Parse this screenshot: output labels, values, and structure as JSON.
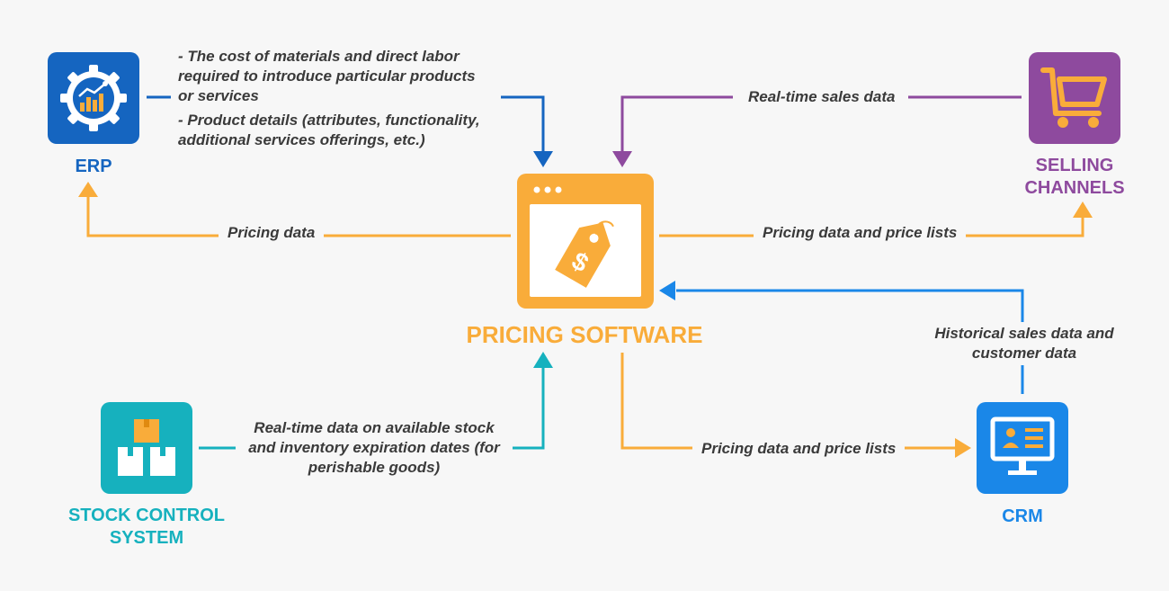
{
  "nodes": {
    "erp": {
      "title": "ERP",
      "color": "#1565c0",
      "icon": "gear-chart-icon"
    },
    "selling": {
      "title_line1": "SELLING",
      "title_line2": "CHANNELS",
      "color": "#8e4a9e",
      "icon": "shopping-cart-icon"
    },
    "pricing": {
      "title": "PRICING SOFTWARE",
      "color": "#f9ac3a",
      "icon": "price-tag-icon"
    },
    "stock": {
      "title_line1": "STOCK CONTROL",
      "title_line2": "SYSTEM",
      "color": "#16b1be",
      "icon": "boxes-icon"
    },
    "crm": {
      "title": "CRM",
      "color": "#1a87e8",
      "icon": "monitor-profile-icon"
    }
  },
  "flows": {
    "erp_to_pricing": {
      "line1": "- The cost of materials and direct labor",
      "line2": "required to introduce particular products",
      "line3": "or services",
      "line4": "- Product details (attributes, functionality,",
      "line5": "additional services offerings, etc.)"
    },
    "selling_to_pricing": "Real-time sales data",
    "pricing_to_erp": "Pricing data",
    "pricing_to_selling": "Pricing data and price lists",
    "crm_to_pricing": {
      "line1": "Historical sales data and",
      "line2": "customer data"
    },
    "stock_to_pricing": {
      "line1": "Real-time data on available stock",
      "line2": "and inventory expiration dates (for",
      "line3": "perishable goods)"
    },
    "pricing_to_crm": "Pricing data and price lists"
  }
}
